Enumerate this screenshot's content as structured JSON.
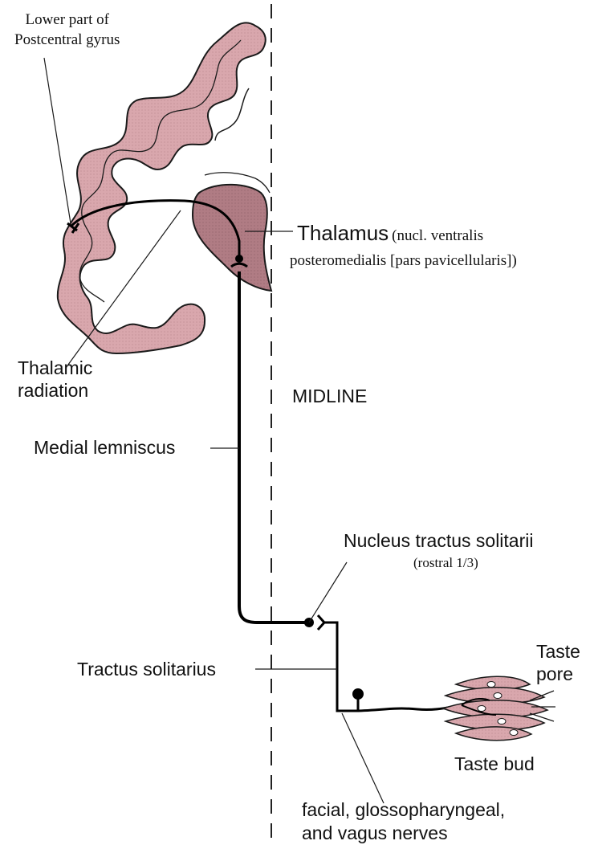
{
  "labels": {
    "postcentral_line1": "Lower part of",
    "postcentral_line2": "Postcentral gyrus",
    "thalamus_name": "Thalamus",
    "thalamus_detail_1": "(nucl. ventralis",
    "thalamus_detail_2": "posteromedialis [pars pavicellularis])",
    "thalamic_radiation_line1": "Thalamic",
    "thalamic_radiation_line2": "radiation",
    "midline": "MIDLINE",
    "medial_lemniscus": "Medial lemniscus",
    "nucleus_tractus_solitarii": "Nucleus tractus solitarii",
    "nucleus_detail": "(rostral 1/3)",
    "tractus_solitarius": "Tractus solitarius",
    "taste_pore_line1": "Taste",
    "taste_pore_line2": "pore",
    "taste_bud": "Taste bud",
    "nerves_line1": "facial, glossopharyngeal,",
    "nerves_line2": "and vagus nerves"
  },
  "colors": {
    "cortex_fill": "#d9a7ad",
    "thalamus_fill": "#b07c84",
    "outline": "#1a1a1a",
    "pathway": "#000000"
  }
}
